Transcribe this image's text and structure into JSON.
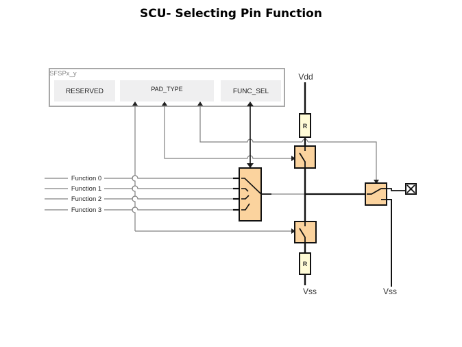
{
  "title": "SCU- Selecting Pin Function",
  "register": {
    "name": "SFSPx_y",
    "fields": [
      "RESERVED",
      "PAD_TYPE",
      "FUNC_SEL"
    ]
  },
  "functions": [
    "Function 0",
    "Function 1",
    "Function 2",
    "Function 3"
  ],
  "supplies": {
    "top": "Vdd",
    "bottom_left": "Vss",
    "bottom_right": "Vss"
  },
  "resistor_label": "R",
  "colors": {
    "block_fill": "#fbd39e",
    "resistor_fill": "#fffbd6",
    "register_cell": "#efeff0",
    "register_border": "#a8a8a8",
    "control_line": "#808080",
    "signal_line": "#111111"
  }
}
